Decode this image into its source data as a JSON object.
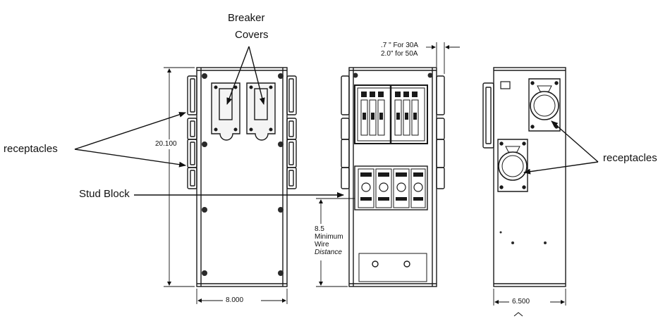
{
  "labels": {
    "breaker_covers_line1": "Breaker",
    "breaker_covers_line2": "Covers",
    "receptacles_left": "receptacles",
    "receptacles_right": "receptacles",
    "stud_block": "Stud Block"
  },
  "dimensions": {
    "height": "20.100",
    "front_width": "8.000",
    "side_width": "6.500",
    "breaker_clearance_line1": ".7 \" For 30A",
    "breaker_clearance_line2": "2.0\" for 50A",
    "wire_distance_line1": "8.5",
    "wire_distance_line2": "Minimum",
    "wire_distance_line3": "Wire",
    "wire_distance_line4": "Distance"
  },
  "colors": {
    "line": "#1a1a1a",
    "cover_fill": "#f4f4f4",
    "panel_fill": "#ffffff",
    "dark": "#2a2a2a"
  }
}
